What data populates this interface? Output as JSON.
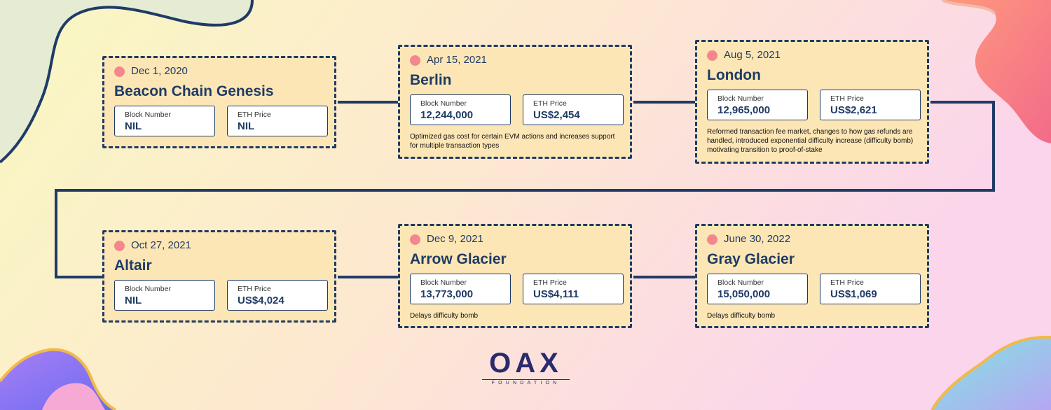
{
  "colors": {
    "card_fill": "#fde6b5",
    "border": "#1f3b66",
    "dot": "#f4868e",
    "logo": "#2a2a6e"
  },
  "milestones": [
    {
      "date": "Dec 1, 2020",
      "name": "Beacon Chain Genesis",
      "block_label": "Block Number",
      "block_value": "NIL",
      "price_label": "ETH Price",
      "price_value": "NIL",
      "description": ""
    },
    {
      "date": "Apr 15, 2021",
      "name": "Berlin",
      "block_label": "Block Number",
      "block_value": "12,244,000",
      "price_label": "ETH Price",
      "price_value": "US$2,454",
      "description": "Optimized gas cost for certain EVM actions and increases support for multiple transaction types"
    },
    {
      "date": "Aug 5, 2021",
      "name": "London",
      "block_label": "Block Number",
      "block_value": "12,965,000",
      "price_label": "ETH Price",
      "price_value": "US$2,621",
      "description": "Reformed transaction fee market, changes to how gas refunds are handled, introduced exponential difficulty increase (difficulty bomb) motivating transition to proof-of-stake"
    },
    {
      "date": "Oct 27, 2021",
      "name": "Altair",
      "block_label": "Block Number",
      "block_value": "NIL",
      "price_label": "ETH Price",
      "price_value": "US$4,024",
      "description": ""
    },
    {
      "date": "Dec 9, 2021",
      "name": "Arrow Glacier",
      "block_label": "Block Number",
      "block_value": "13,773,000",
      "price_label": "ETH Price",
      "price_value": "US$4,111",
      "description": "Delays difficulty bomb"
    },
    {
      "date": "June 30, 2022",
      "name": "Gray Glacier",
      "block_label": "Block Number",
      "block_value": "15,050,000",
      "price_label": "ETH Price",
      "price_value": "US$1,069",
      "description": "Delays difficulty bomb"
    }
  ],
  "logo": {
    "mark": "OAX",
    "sub": "FOUNDATION"
  }
}
